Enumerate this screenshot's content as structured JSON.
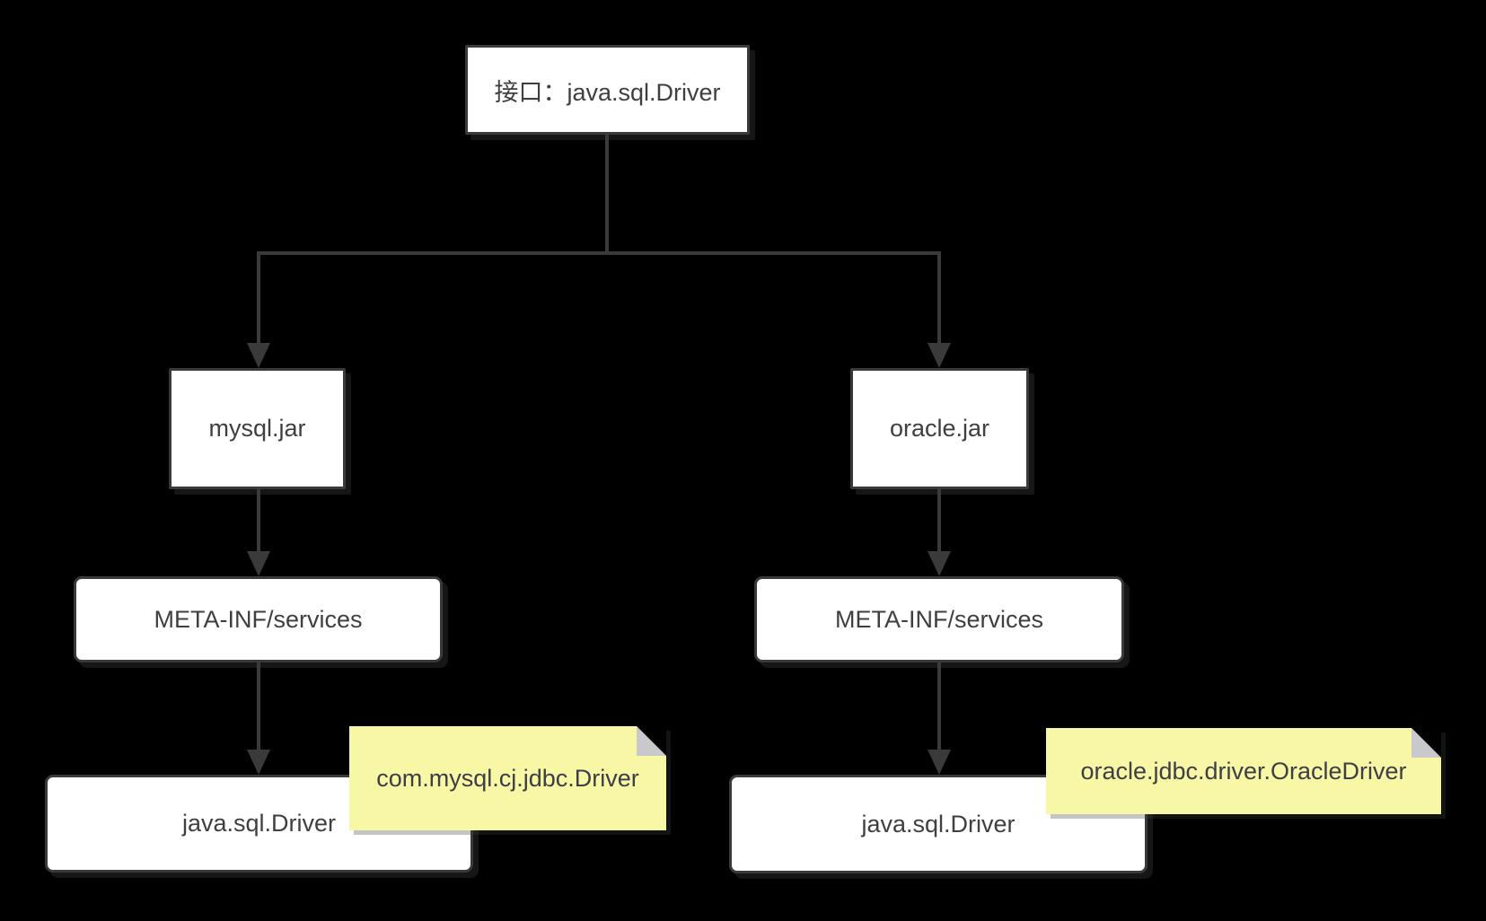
{
  "diagram": {
    "title_hint": "JDBC SPI driver discovery diagram",
    "background_color": "#000000",
    "line_color": "#3a3a3a",
    "node_fill_color": "#ffffff",
    "node_text_color": "#3f3f3f",
    "note_fill_color": "#f7f7a6",
    "note_fold_color": "#c8c8cd",
    "nodes": {
      "interface": {
        "label": "接口：java.sql.Driver"
      },
      "mysql_jar": {
        "label": "mysql.jar"
      },
      "oracle_jar": {
        "label": "oracle.jar"
      },
      "meta_left": {
        "label": "META-INF/services"
      },
      "meta_right": {
        "label": "META-INF/services"
      },
      "driver_left": {
        "label": "java.sql.Driver"
      },
      "driver_right": {
        "label": "java.sql.Driver"
      }
    },
    "notes": {
      "mysql": {
        "text": "com.mysql.cj.jdbc.Driver"
      },
      "oracle": {
        "text": "oracle.jdbc.driver.OracleDriver"
      }
    }
  }
}
